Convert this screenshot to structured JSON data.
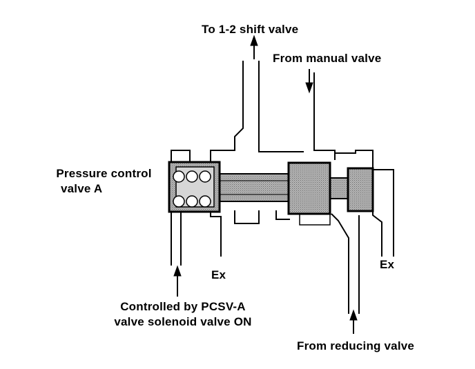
{
  "labels": {
    "to_shift_valve": "To 1-2 shift valve",
    "from_manual_valve": "From manual valve",
    "pcv_line1": "Pressure control",
    "pcv_line2": "valve A",
    "ex_left": "Ex",
    "ex_right": "Ex",
    "controlled_line1": "Controlled by PCSV-A",
    "controlled_line2": "valve solenoid valve ON",
    "from_reducing_valve": "From reducing valve"
  },
  "colors": {
    "ink": "#000000",
    "spool_fill": "#a9a9a9",
    "background": "#ffffff"
  }
}
